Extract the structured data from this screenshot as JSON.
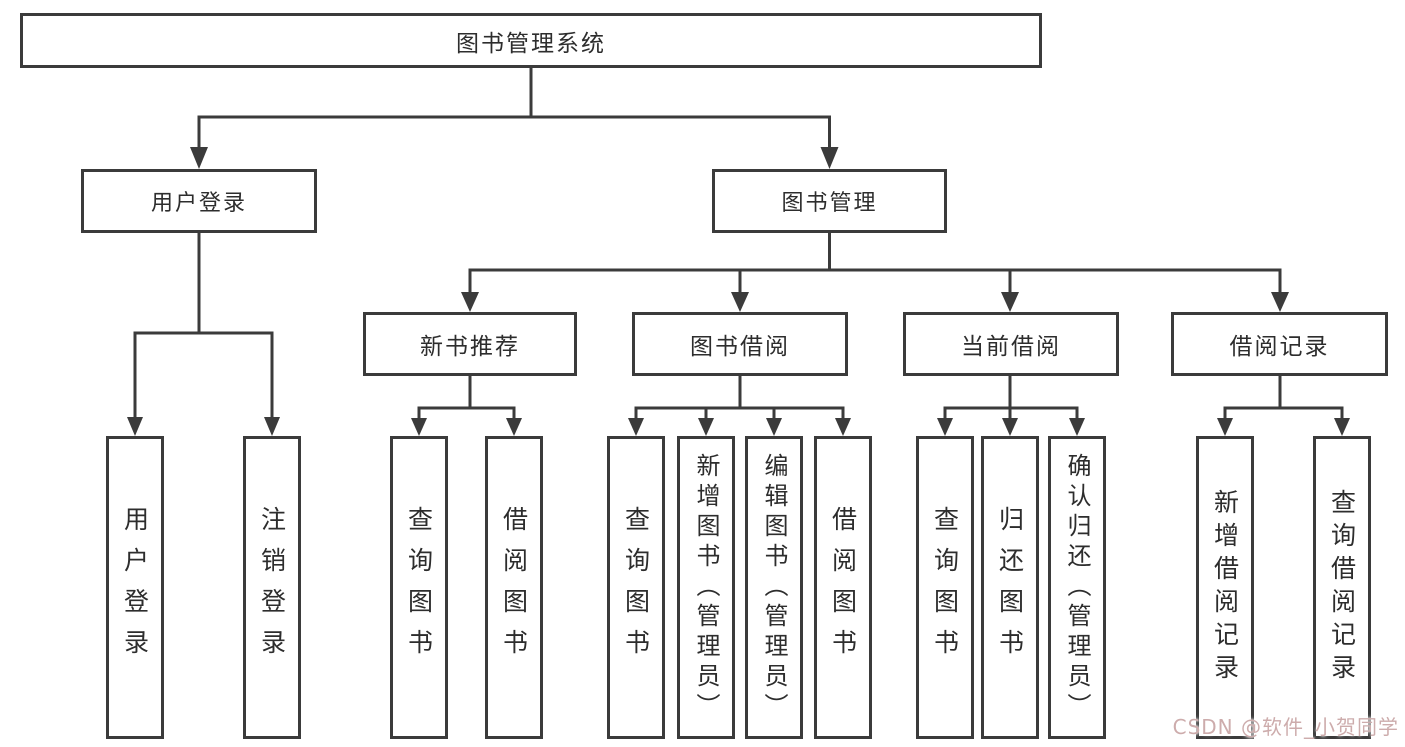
{
  "diagram": {
    "title": "图书管理系统",
    "root": {
      "label": "图书管理系统"
    },
    "branches": [
      {
        "label": "用户登录",
        "children": [
          {
            "label": "用户登录"
          },
          {
            "label": "注销登录"
          }
        ]
      },
      {
        "label": "图书管理",
        "children": [
          {
            "label": "新书推荐",
            "children": [
              {
                "label": "查询图书"
              },
              {
                "label": "借阅图书"
              }
            ]
          },
          {
            "label": "图书借阅",
            "children": [
              {
                "label": "查询图书"
              },
              {
                "label": "新增图书（管理员）"
              },
              {
                "label": "编辑图书（管理员）"
              },
              {
                "label": "借阅图书"
              }
            ]
          },
          {
            "label": "当前借阅",
            "children": [
              {
                "label": "查询图书"
              },
              {
                "label": "归还图书"
              },
              {
                "label": "确认归还（管理员）"
              }
            ]
          },
          {
            "label": "借阅记录",
            "children": [
              {
                "label": "新增借阅记录"
              },
              {
                "label": "查询借阅记录"
              }
            ]
          }
        ]
      }
    ]
  },
  "watermark": {
    "text": "CSDN @软件_小贺同学",
    "color": "#cdacac"
  },
  "colors": {
    "line": "#3b3b3b",
    "box_border": "#3b3b3b",
    "background": "#ffffff",
    "text": "#2d2d2d"
  }
}
